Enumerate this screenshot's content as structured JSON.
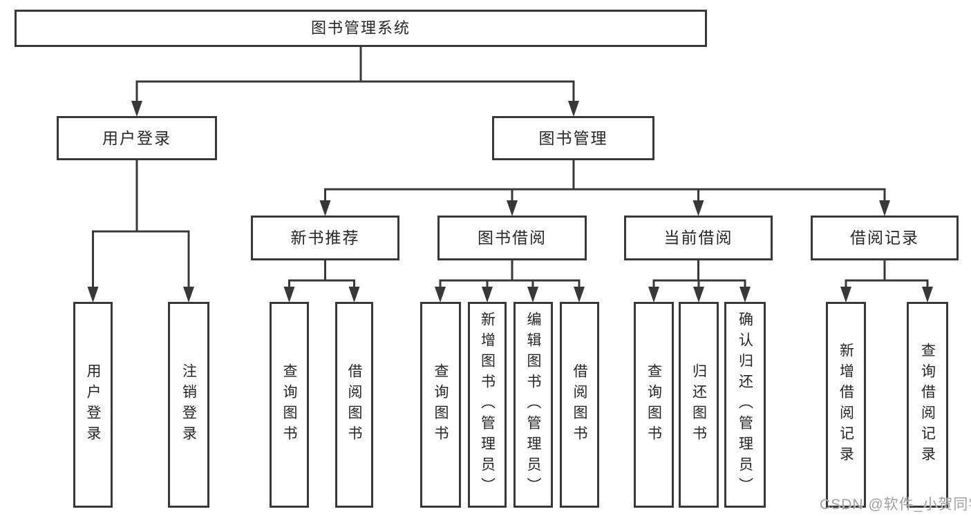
{
  "diagram": {
    "root": {
      "label": "图书管理系统"
    },
    "level2": [
      {
        "label": "用户登录",
        "children": [
          {
            "label": "用户登录"
          },
          {
            "label": "注销登录"
          }
        ]
      },
      {
        "label": "图书管理",
        "children": [
          {
            "label": "新书推荐",
            "children": [
              {
                "label": "查询图书"
              },
              {
                "label": "借阅图书"
              }
            ]
          },
          {
            "label": "图书借阅",
            "children": [
              {
                "label": "查询图书"
              },
              {
                "label": "新增图书（管理员）"
              },
              {
                "label": "编辑图书（管理员）"
              },
              {
                "label": "借阅图书"
              }
            ]
          },
          {
            "label": "当前借阅",
            "children": [
              {
                "label": "查询图书"
              },
              {
                "label": "归还图书"
              },
              {
                "label": "确认归还（管理员）"
              }
            ]
          },
          {
            "label": "借阅记录",
            "children": [
              {
                "label": "新增借阅记录"
              },
              {
                "label": "查询借阅记录"
              }
            ]
          }
        ]
      }
    ]
  },
  "watermark": {
    "text": "CSDN @软件_小贺同学"
  },
  "colors": {
    "line": "#383838",
    "box_border": "#383838",
    "text": "#262626",
    "watermark": "#a0a0a0",
    "background": "#ffffff"
  }
}
